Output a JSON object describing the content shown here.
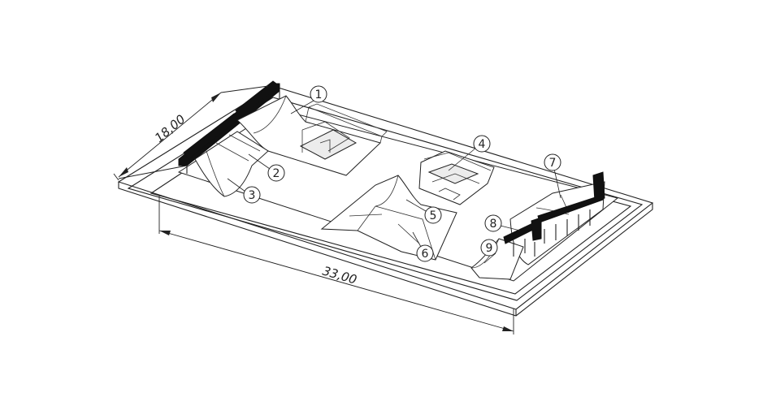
{
  "dimensions": {
    "length_label": "33,00",
    "width_label": "18,00"
  },
  "balloons": [
    "1",
    "2",
    "3",
    "4",
    "5",
    "6",
    "7",
    "8",
    "9"
  ]
}
